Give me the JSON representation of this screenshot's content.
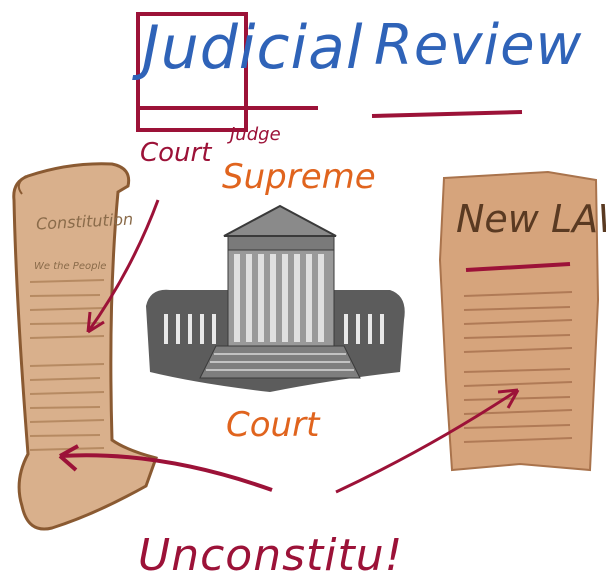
{
  "title": {
    "word1": "Judicial",
    "word2": "Review"
  },
  "labels": {
    "court_top": "Court",
    "judge": "Judge",
    "supreme": "Supreme",
    "court_bottom": "Court",
    "unconstitutional": "Unconstitu!"
  },
  "constitution": {
    "heading": "Constitution",
    "preamble": "We the People"
  },
  "new_law": {
    "heading": "New LAW"
  },
  "colors": {
    "title_blue": "#2f63b8",
    "annotation_red": "#9c1238",
    "orange": "#e0641e",
    "parchment": "#d9b08c",
    "building_gray": "#6e6e6e"
  }
}
